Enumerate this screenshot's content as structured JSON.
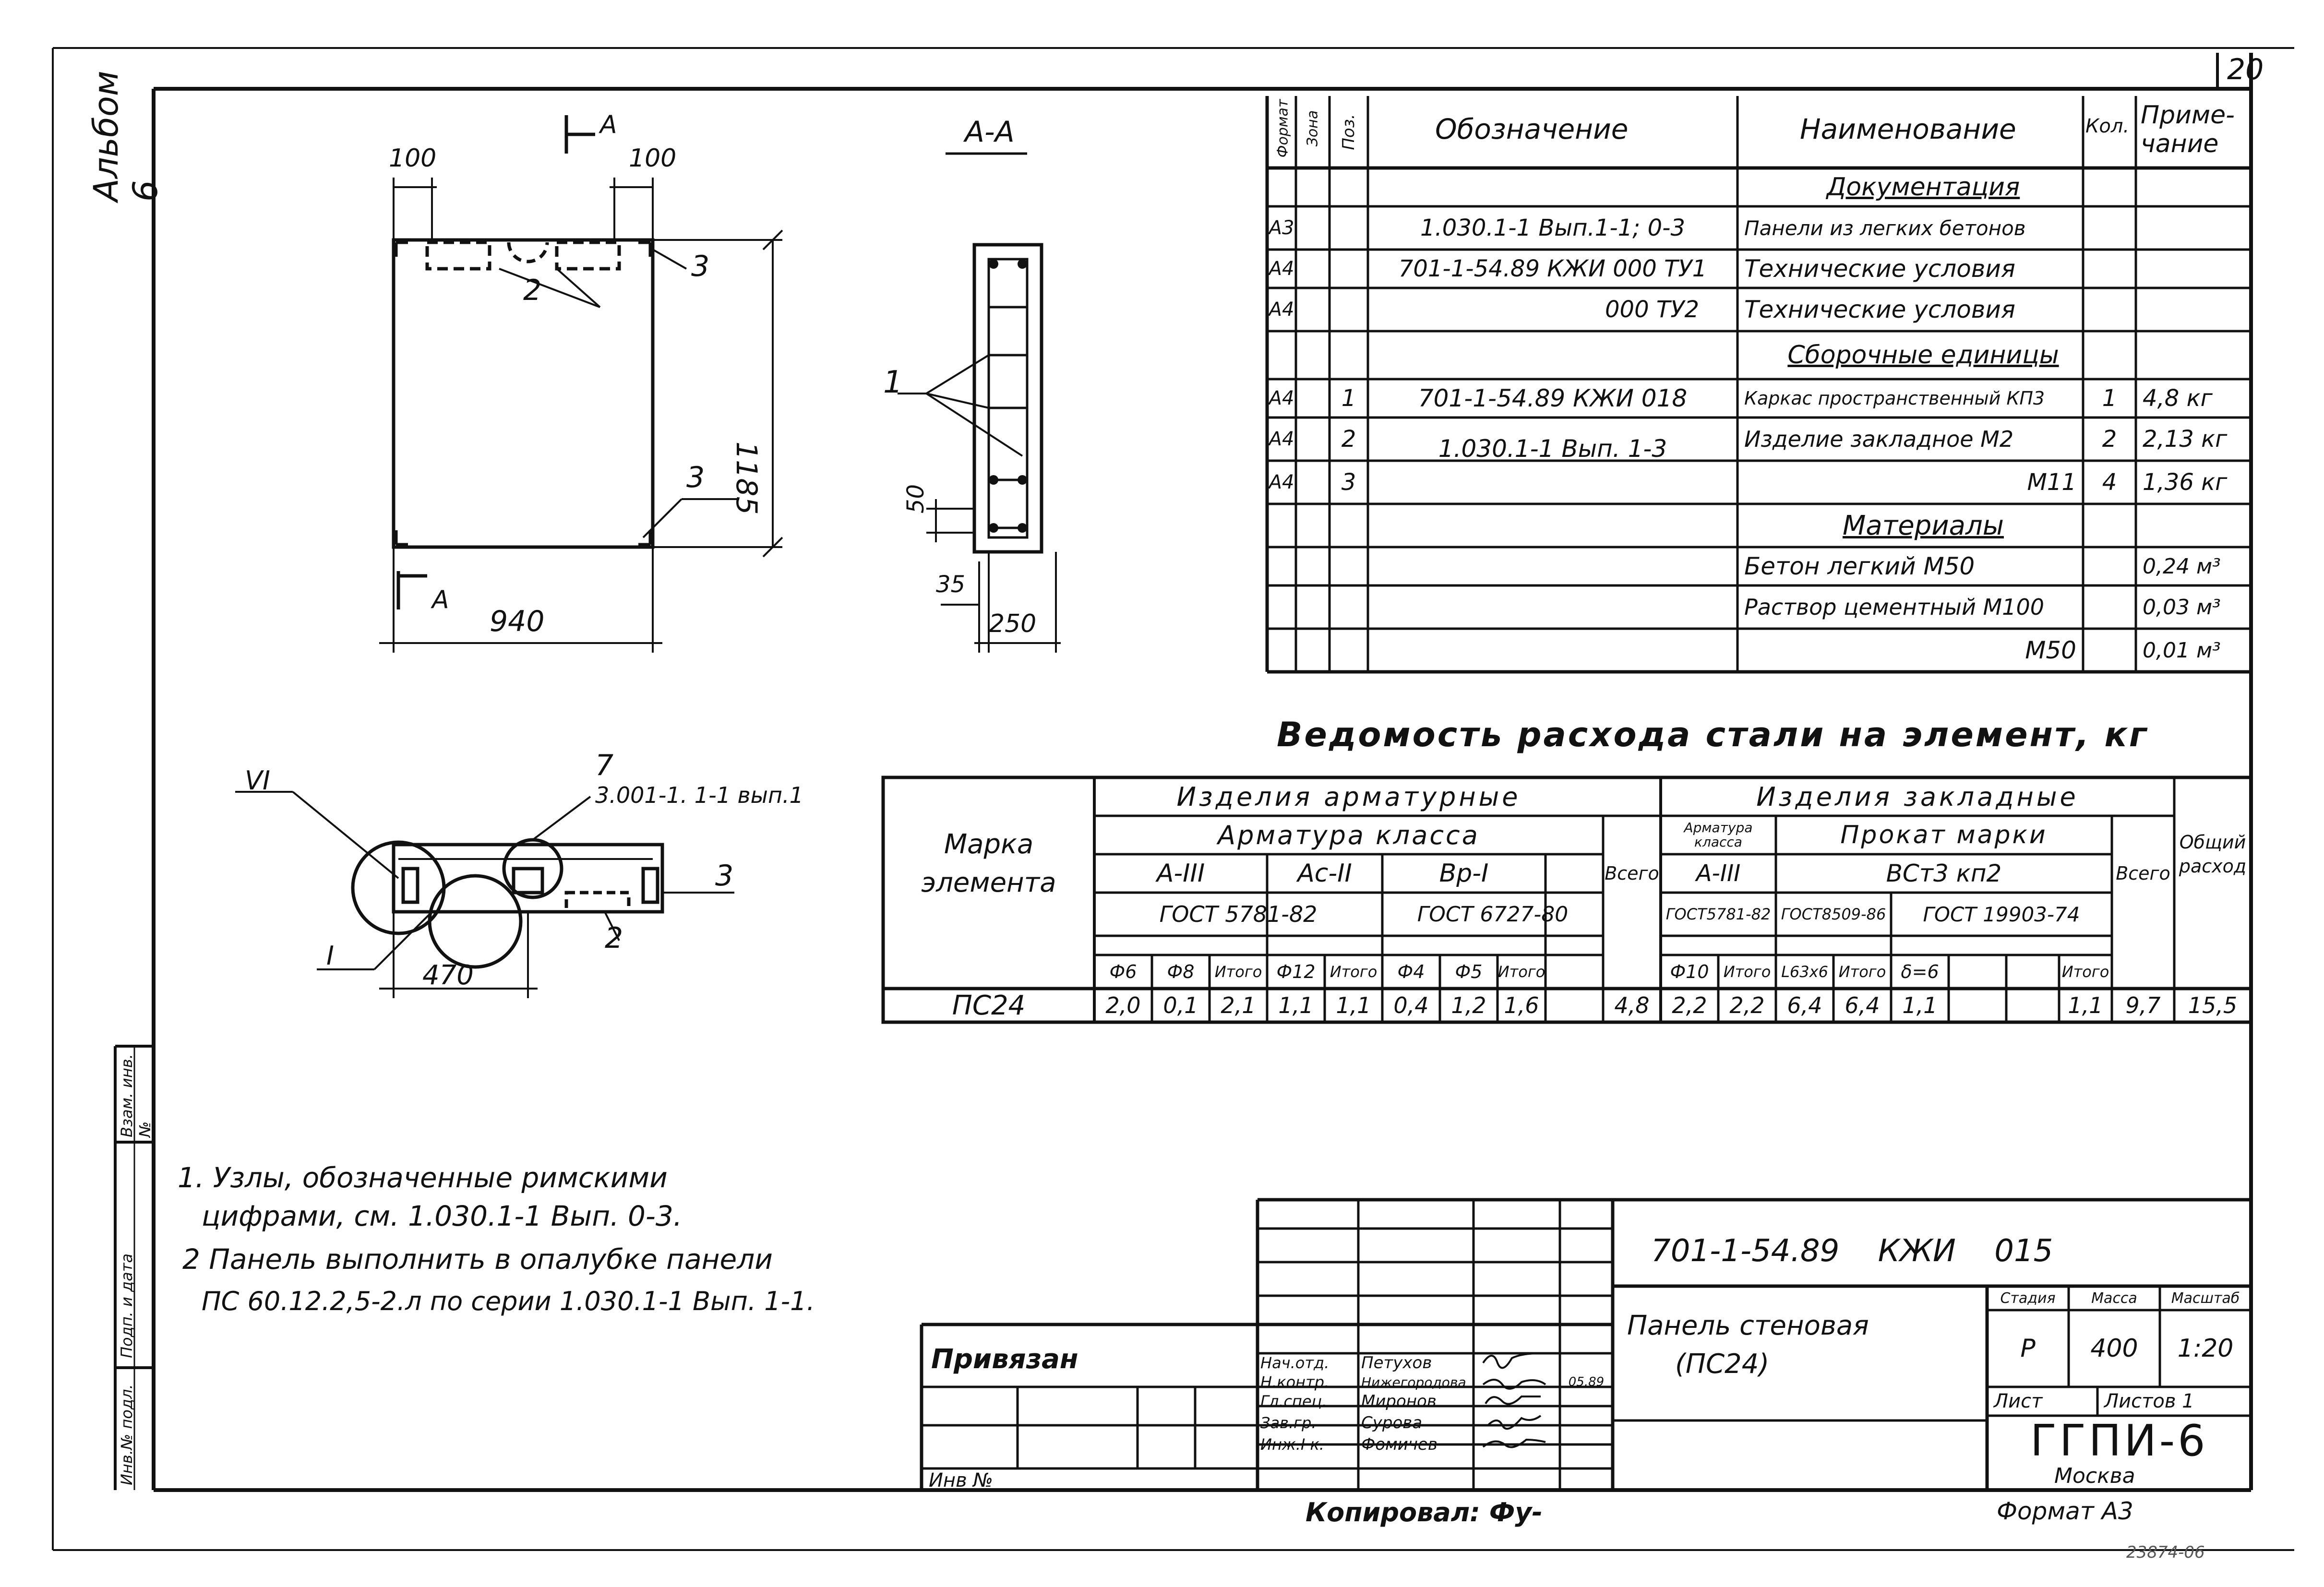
{
  "sheet": {
    "number": "20",
    "album_label": "Альбом 6",
    "copied": "Копировал: Фу-",
    "format": "Формат А3",
    "bottom_code": "23874-06"
  },
  "drawing": {
    "dim_100_left": "100",
    "dim_100_right": "100",
    "dim_1185": "1185",
    "dim_940": "940",
    "section_a_top": "А",
    "section_a_bottom": "А",
    "section_title": "А-А",
    "dim_50": "50",
    "dim_35": "35",
    "dim_250": "250",
    "dim_470": "470",
    "pos_1": "1",
    "pos_2": "2",
    "pos_2_bottom": "2",
    "pos_3_top": "3",
    "pos_3_mid": "3",
    "pos_3_bottom": "3",
    "pos_7": "7",
    "ref_7": "3.001-1. 1-1 вып.1",
    "node_vi": "VI",
    "node_i": "I"
  },
  "spec": {
    "headers": {
      "format": "Формат",
      "zone": "Зона",
      "pos": "Поз.",
      "designation": "Обозначение",
      "name": "Наименование",
      "qty": "Кол.",
      "note": "Приме-чание"
    },
    "rows": [
      {
        "format": "",
        "pos": "",
        "designation": "",
        "name": "Документация",
        "qty": "",
        "note": "",
        "section": true
      },
      {
        "format": "А3",
        "pos": "",
        "designation": "1.030.1-1 Вып.1-1; 0-3",
        "name": "Панели из легких бетонов",
        "qty": "",
        "note": ""
      },
      {
        "format": "А4",
        "pos": "",
        "designation": "701-1-54.89 КЖИ 000 ТУ1",
        "name": "Технические условия",
        "qty": "",
        "note": ""
      },
      {
        "format": "А4",
        "pos": "",
        "designation": "000 ТУ2",
        "name": "Технические условия",
        "qty": "",
        "note": ""
      },
      {
        "format": "",
        "pos": "",
        "designation": "",
        "name": "Сборочные единицы",
        "qty": "",
        "note": "",
        "section": true
      },
      {
        "format": "А4",
        "pos": "1",
        "designation": "701-1-54.89 КЖИ 018",
        "name": "Каркас пространственный КП3",
        "qty": "1",
        "note": "4,8 кг"
      },
      {
        "format": "А4",
        "pos": "2",
        "designation": "1.030.1-1 Вып. 1-3",
        "name": "Изделие закладное М2",
        "qty": "2",
        "note": "2,13 кг"
      },
      {
        "format": "А4",
        "pos": "3",
        "designation": "",
        "name": "М11",
        "qty": "4",
        "note": "1,36 кг"
      },
      {
        "format": "",
        "pos": "",
        "designation": "",
        "name": "Материалы",
        "qty": "",
        "note": "",
        "section": true
      },
      {
        "format": "",
        "pos": "",
        "designation": "",
        "name": "Бетон легкий М50",
        "qty": "",
        "note": "0,24 м³"
      },
      {
        "format": "",
        "pos": "",
        "designation": "",
        "name": "Раствор цементный М100",
        "qty": "",
        "note": "0,03 м³"
      },
      {
        "format": "",
        "pos": "",
        "designation": "",
        "name": "М50",
        "qty": "",
        "note": "0,01 м³"
      }
    ]
  },
  "steel": {
    "title": "Ведомость расхода стали на элемент, кг",
    "h_mark": "Марка элемента",
    "h_rebar": "Изделия арматурные",
    "h_embedded": "Изделия закладные",
    "h_rebar_class": "Арматура класса",
    "h_a3": "А-III",
    "h_ac2": "Ас-II",
    "h_bp1": "Вр-I",
    "h_gost5781": "ГОСТ 5781-82",
    "h_gost6727": "ГОСТ 6727-80",
    "h_total1": "Всего",
    "h_rebar_class2": "Арматура класса",
    "h_a3b": "А-III",
    "h_gost5781b": "ГОСТ5781-82",
    "h_rolled": "Прокат марки",
    "h_steel": "ВСт3 кп2",
    "h_gost8509": "ГОСТ8509-86",
    "h_gost19903": "ГОСТ 19903-74",
    "h_total2": "Всего",
    "h_overall": "Общий расход",
    "cols": [
      "Ф6",
      "Ф8",
      "Итого",
      "Ф12",
      "Итого",
      "Ф4",
      "Ф5",
      "Итого",
      "",
      "Ф10",
      "Итого",
      "L63х6",
      "Итого",
      "δ=6",
      "",
      "Итого",
      "",
      ""
    ],
    "mark": "ПС24",
    "values": [
      "2,0",
      "0,1",
      "2,1",
      "1,1",
      "1,1",
      "0,4",
      "1,2",
      "1,6",
      "4,8",
      "2,2",
      "2,2",
      "6,4",
      "6,4",
      "1,1",
      "",
      "1,1",
      "9,7",
      "15,5"
    ]
  },
  "notes": [
    "1. Узлы, обозначенные римскими",
    "цифрами, см. 1.030.1-1 Вып. 0-3.",
    "2 Панель выполнить в опалубке панели",
    "ПС 60.12.2,5-2.л по серии 1.030.1-1 Вып. 1-1."
  ],
  "side_stamp": {
    "inv_orig": "Инв.№ подл.",
    "sign_date": "Подп. и дата",
    "replaced": "Взам. инв.№"
  },
  "title_block": {
    "code": "701-1-54.89 КЖИ 015",
    "name_line1": "Панель стеновая",
    "name_line2": "(ПС24)",
    "stage_h": "Стадия",
    "mass_h": "Масса",
    "scale_h": "Масштаб",
    "stage": "Р",
    "mass": "400",
    "scale": "1:20",
    "sheet_h": "Лист",
    "sheets_h": "Листов 1",
    "org": "ГГПИ-6",
    "city": "Москва",
    "bound": "Привязан",
    "inv_no": "Инв № ",
    "roles": [
      {
        "role": "Нач.отд.",
        "name": "Петухов"
      },
      {
        "role": "Н.контр.",
        "name": "Нижегородова"
      },
      {
        "role": "Гл.спец.",
        "name": "Миронов"
      },
      {
        "role": "Зав.гр.",
        "name": "Сурова"
      },
      {
        "role": "Инж.I к.",
        "name": "Фомичев"
      }
    ],
    "date": "05.89"
  }
}
